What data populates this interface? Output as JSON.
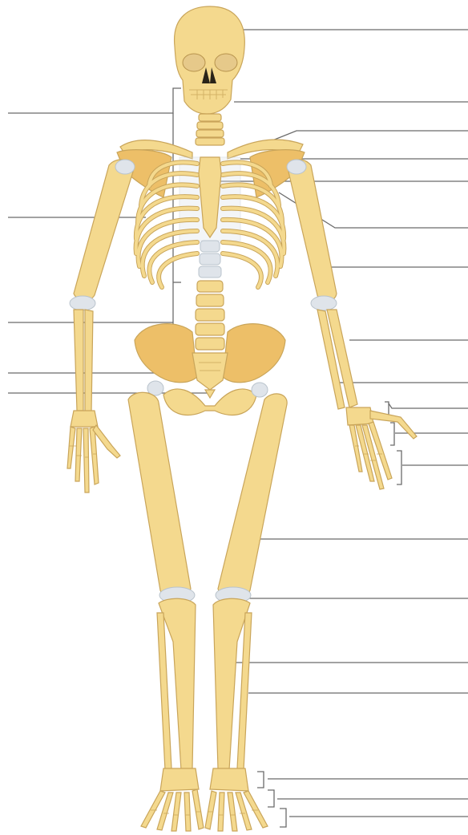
{
  "colors": {
    "bone": "#f4d98e",
    "bone_dark": "#edbf68",
    "bone_stroke": "#c9a55a",
    "cartilage": "#dfe4ea",
    "leader_line": "#6b6b6b",
    "background": "#ffffff"
  },
  "labels": [],
  "structures": [
    "skull",
    "mandible",
    "clavicle",
    "scapula",
    "sternum",
    "ribs",
    "humerus",
    "vertebral-column",
    "pelvis",
    "sacrum",
    "coccyx",
    "radius",
    "ulna",
    "carpals",
    "metacarpals",
    "phalanges-hand",
    "femur",
    "patella",
    "tibia",
    "fibula",
    "tarsals",
    "metatarsals",
    "phalanges-foot"
  ]
}
